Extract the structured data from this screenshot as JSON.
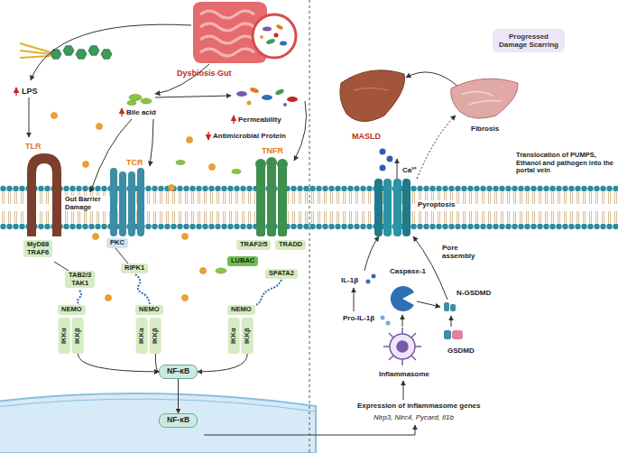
{
  "diagram": {
    "nodes": [
      {
        "text": [
          "MyD88",
          "TRAF6"
        ]
      },
      {
        "text": [
          "TAB2/3",
          "TAK1"
        ]
      },
      {
        "text": [
          "NEMO"
        ]
      },
      {
        "text": [
          "IKKα"
        ]
      },
      {
        "text": [
          "IKKβ"
        ]
      },
      {
        "text": [
          "PKC"
        ]
      },
      {
        "text": [
          "RIPK1"
        ]
      },
      {
        "text": [
          "NEMO"
        ]
      },
      {
        "text": [
          "IKKα"
        ]
      },
      {
        "text": [
          "IKKβ"
        ]
      },
      {
        "text": [
          "TRAF2/5"
        ]
      },
      {
        "text": [
          "TRADD"
        ]
      },
      {
        "text": [
          "LUBAC"
        ]
      },
      {
        "text": [
          "SPATA2"
        ]
      },
      {
        "text": [
          "NEMO"
        ]
      },
      {
        "text": [
          "IKKα"
        ]
      },
      {
        "text": [
          "IKKβ"
        ]
      },
      {
        "text": [
          "NF-κB"
        ]
      },
      {
        "text": [
          "NF-κB"
        ]
      },
      {
        "text": [
          "Progressed Damage Scarring"
        ]
      }
    ],
    "edges": [
      {
        "from": 4,
        "to": 17,
        "arrow": "to"
      },
      {
        "from": 9,
        "to": 17,
        "arrow": "to"
      },
      {
        "from": 16,
        "to": 17,
        "arrow": "to"
      },
      {
        "from": 17,
        "to": 18,
        "arrow": "to"
      }
    ],
    "labels": [
      "Dysbiosis Gut",
      "LPS",
      "Bile acid",
      "Permeability",
      "Antimicrobial Protein",
      "TLR",
      "TCR",
      "TNFR",
      "Gut Barrier Damage",
      "MASLD",
      "Fibrosis",
      "Translocation of PUMPS, Ethanol and pathogen into the portal vein",
      "Ca²⁺",
      "Pyroptosis",
      "Pore assembly",
      "IL-1β",
      "Caspase-1",
      "N-GSDMD",
      "Pro-IL-1β",
      "GSDMD",
      "Inflammasome",
      "Expression of inflammasome genes",
      "Nlrp3, Nlrc4, Pycard, Il1b"
    ]
  }
}
